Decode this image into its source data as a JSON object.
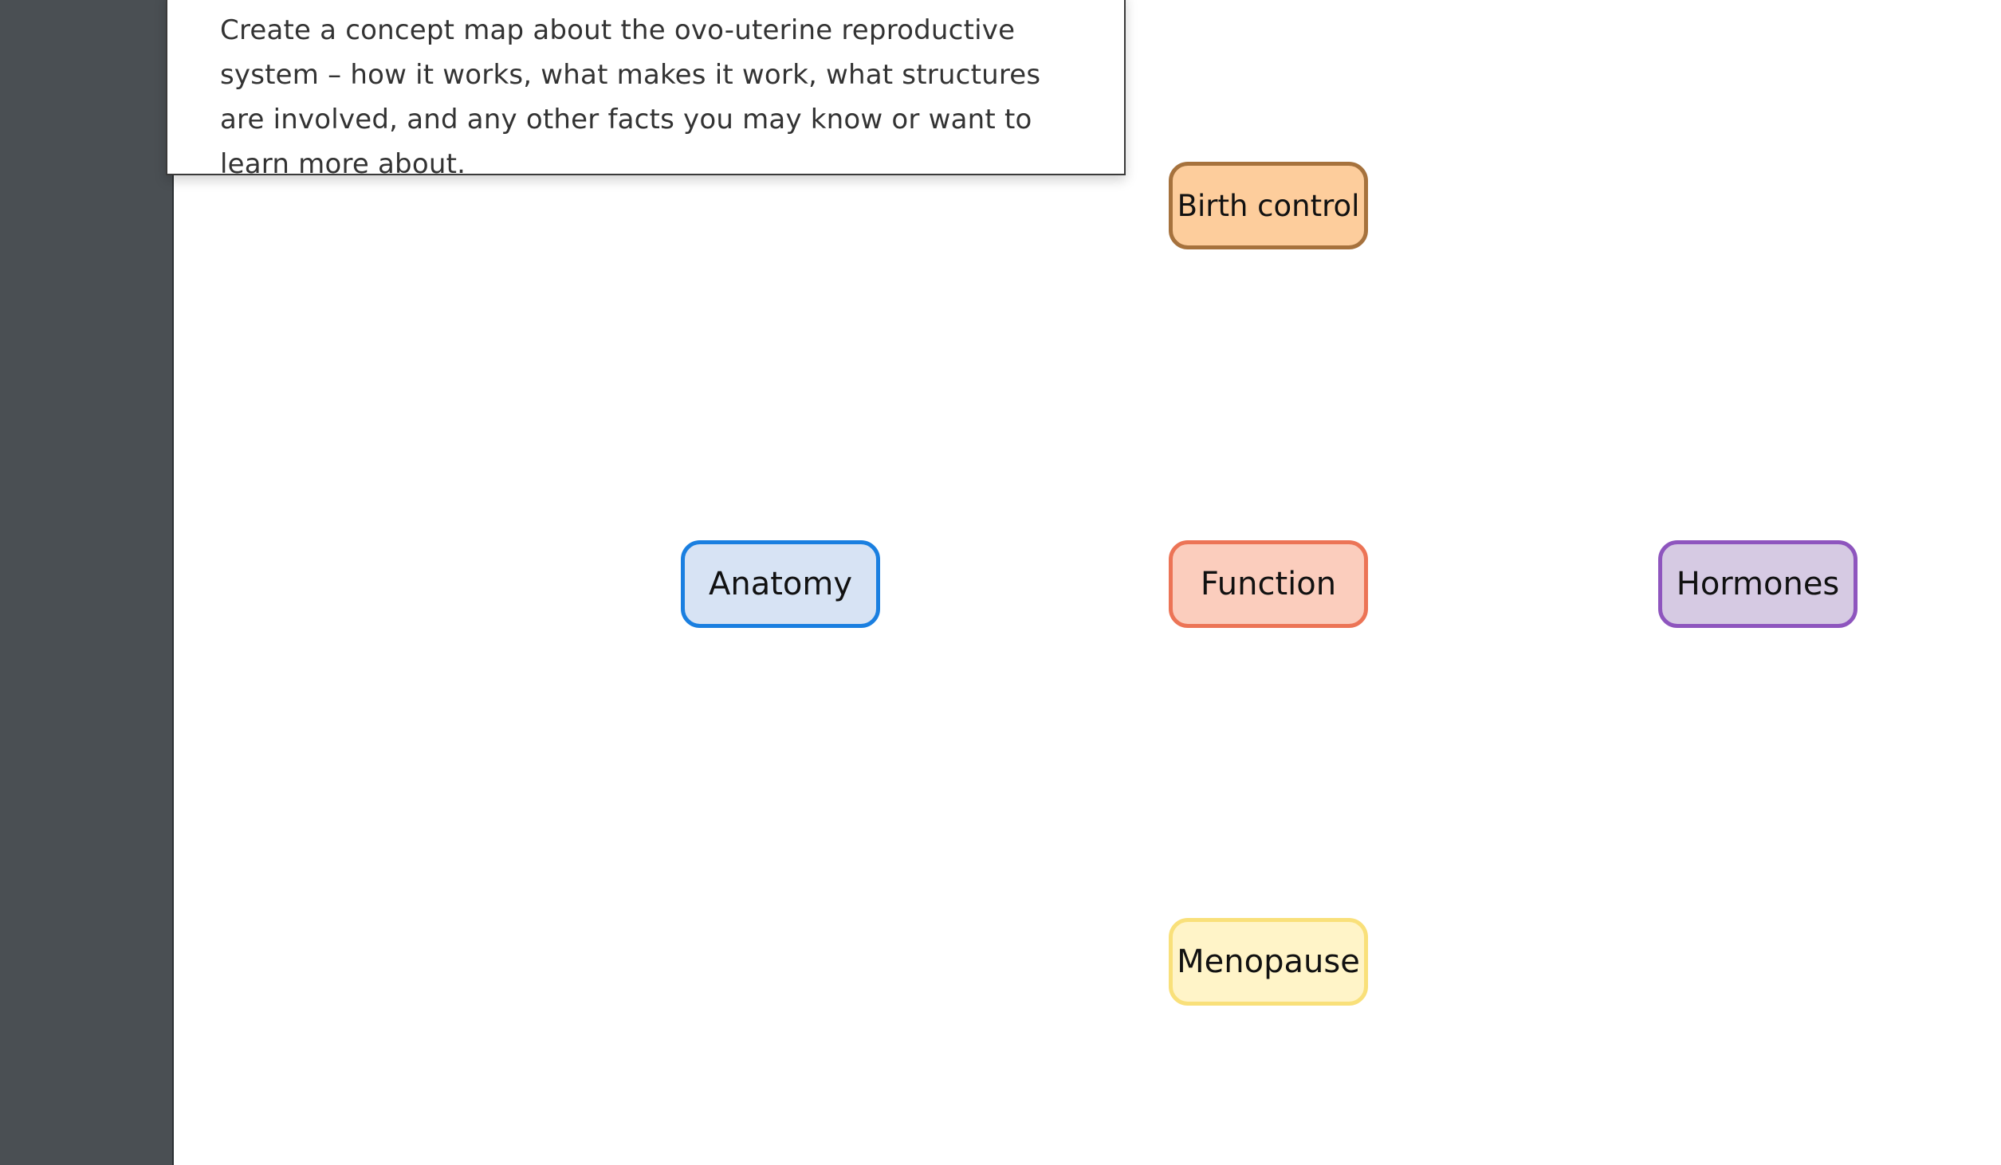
{
  "prompt": {
    "text": "Create a concept map about the ovo-uterine reproductive system – how it works, what makes it work, what structures are involved, and any other facts you may know or want to learn more about."
  },
  "nodes": {
    "birth_control": {
      "label": "Birth control",
      "fill": "#fdcd9c",
      "border": "#a6723d"
    },
    "anatomy": {
      "label": "Anatomy",
      "fill": "#d7e3f4",
      "border": "#1a7fe0"
    },
    "function": {
      "label": "Function",
      "fill": "#fbcdbd",
      "border": "#ec7456"
    },
    "hormones": {
      "label": "Hormones",
      "fill": "#d6cae3",
      "border": "#8e55be"
    },
    "menopause": {
      "label": "Menopause",
      "fill": "#fff4c8",
      "border": "#f9e07a"
    }
  }
}
